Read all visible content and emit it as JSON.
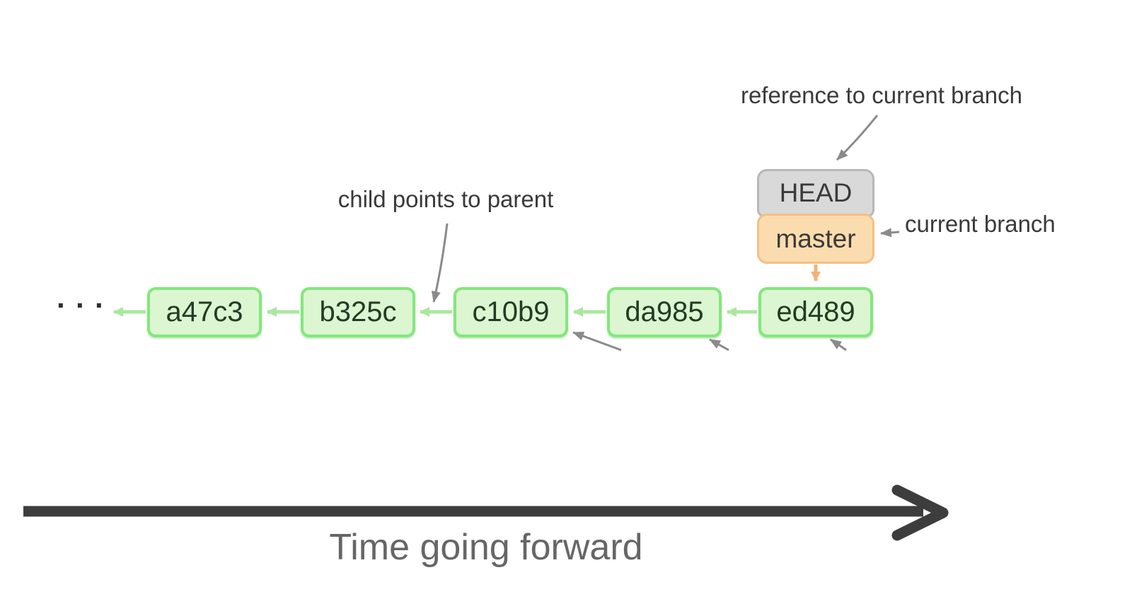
{
  "diagram": {
    "title_implied": "git commit history",
    "commits": [
      {
        "id": "a47c3"
      },
      {
        "id": "b325c"
      },
      {
        "id": "c10b9"
      },
      {
        "id": "da985"
      },
      {
        "id": "ed489"
      }
    ],
    "ellipsis": "···",
    "head_label": "HEAD",
    "branch_label": "master",
    "annotations": {
      "reference": "reference to current branch",
      "current_branch": "current branch",
      "child_parent": "child points to parent"
    },
    "time_axis_label": "Time going forward",
    "colors": {
      "commit_fill": "#dbf6d1",
      "commit_border": "#83e77c",
      "commit_arrow_green": "#a9e89e",
      "head_fill": "#d9d9d9",
      "head_border": "#b7b7b7",
      "branch_fill": "#fbdcae",
      "branch_border": "#f4bf84",
      "branch_arrow_orange": "#f2b377",
      "annotation_arrow_gray": "#8a8a8a",
      "time_arrow_dark": "#3d3d3d",
      "label_text": "#3a3a3a"
    }
  }
}
